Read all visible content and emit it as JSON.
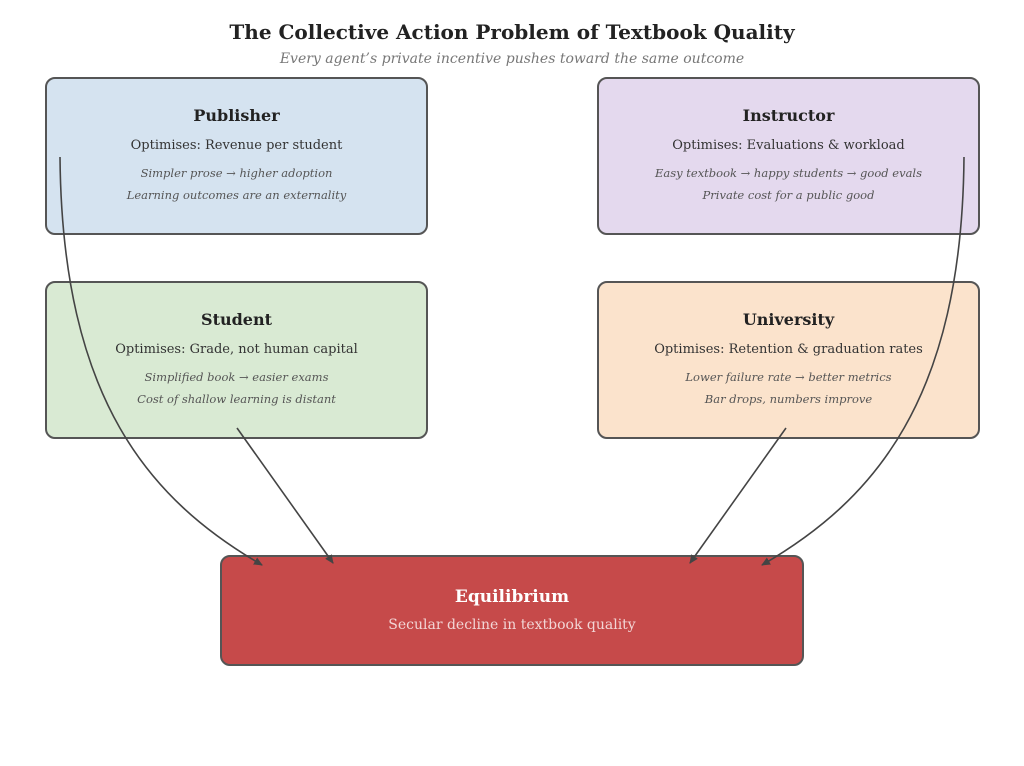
{
  "title": "The Collective Action Problem of Textbook Quality",
  "subtitle": "Every agent’s private incentive pushes toward the same outcome",
  "agents": {
    "publisher": {
      "name": "Publisher",
      "optimises": "Optimises: Revenue per student",
      "note1": "Simpler prose → higher adoption",
      "note2": "Learning outcomes are an externality",
      "color": "#d5e3f0"
    },
    "instructor": {
      "name": "Instructor",
      "optimises": "Optimises: Evaluations & workload",
      "note1": "Easy textbook → happy students → good evals",
      "note2": "Private cost for a public good",
      "color": "#e4d9ee"
    },
    "student": {
      "name": "Student",
      "optimises": "Optimises: Grade, not human capital",
      "note1": "Simplified book → easier exams",
      "note2": "Cost of shallow learning is distant",
      "color": "#d9ead3"
    },
    "university": {
      "name": "University",
      "optimises": "Optimises: Retention & graduation rates",
      "note1": "Lower failure rate → better metrics",
      "note2": "Bar drops, numbers improve",
      "color": "#fbe3cc"
    }
  },
  "equilibrium": {
    "name": "Equilibrium",
    "description": "Secular decline in textbook quality",
    "color": "#c64a4a"
  }
}
